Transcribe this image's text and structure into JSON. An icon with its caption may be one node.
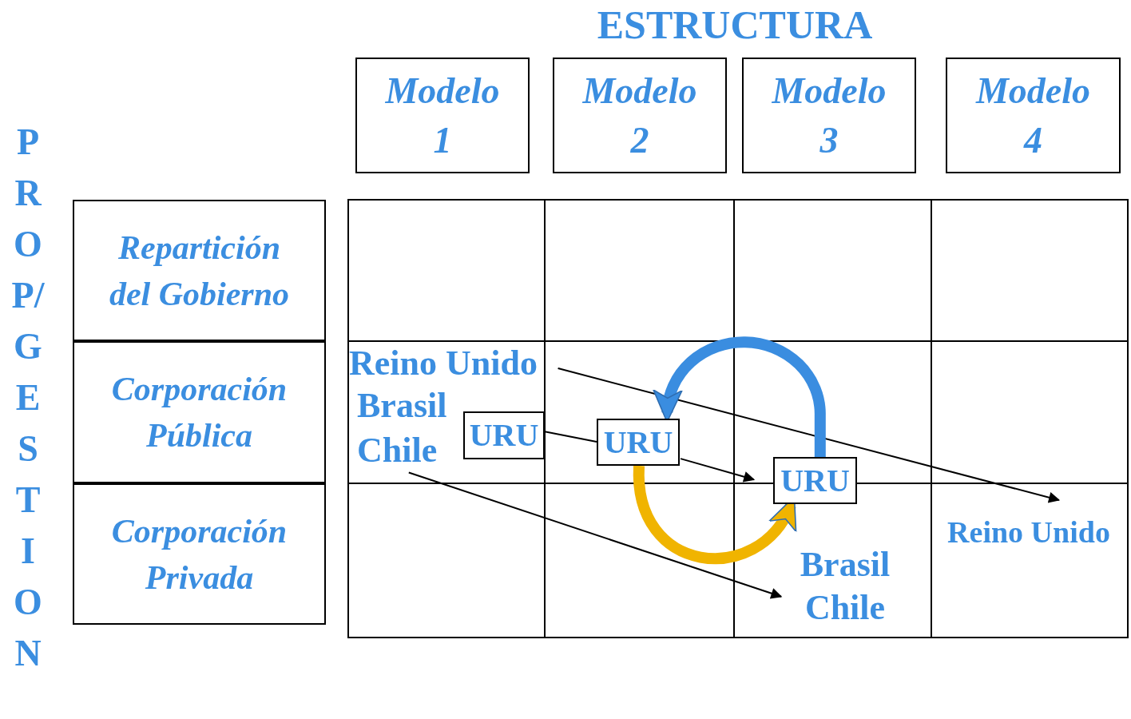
{
  "diagram": {
    "title": "ESTRUCTURA",
    "nodes": [
      {
        "text": [
          "Modelo 1"
        ]
      },
      {
        "text": [
          "Modelo 2"
        ]
      },
      {
        "text": [
          "Modelo 3"
        ]
      },
      {
        "text": [
          "Modelo 4"
        ]
      },
      {
        "text": [
          "Repartición del Gobierno"
        ]
      },
      {
        "text": [
          "Corporación Pública"
        ]
      },
      {
        "text": [
          "Corporación Privada"
        ]
      },
      {
        "text": [
          "Reino Unido"
        ]
      },
      {
        "text": [
          "Brasil"
        ]
      },
      {
        "text": [
          "Chile"
        ]
      },
      {
        "text": [
          "URU"
        ]
      },
      {
        "text": [
          "URU"
        ]
      },
      {
        "text": [
          "URU"
        ]
      },
      {
        "text": [
          "Reino Unido"
        ]
      },
      {
        "text": [
          "Brasil",
          "Chile"
        ]
      }
    ],
    "edges": [
      {
        "from": 7,
        "to": 13,
        "arrow": "to"
      },
      {
        "from": 9,
        "to": 14,
        "arrow": "to"
      },
      {
        "from": 10,
        "to": 11,
        "arrow": "none"
      },
      {
        "from": 11,
        "to": 12,
        "arrow": "to"
      },
      {
        "from": 12,
        "to": 11,
        "arrow": "to",
        "style": "thick",
        "color": "#3a8de0"
      },
      {
        "from": 11,
        "to": 12,
        "arrow": "to",
        "style": "thick",
        "color": "#f0b400"
      }
    ],
    "labels": [
      "PROP/GESTION"
    ]
  }
}
